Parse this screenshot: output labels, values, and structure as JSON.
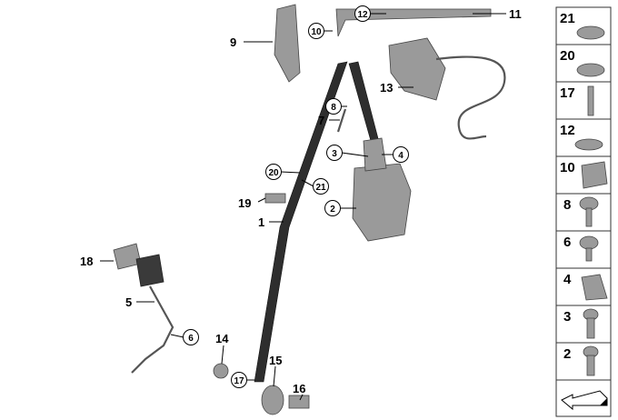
{
  "diagram": {
    "callouts": {
      "c1": "1",
      "c2": "2",
      "c3": "3",
      "c4": "4",
      "c5": "5",
      "c6": "6",
      "c7": "7",
      "c8": "8",
      "c9": "9",
      "c10": "10",
      "c11": "11",
      "c12": "12",
      "c13": "13",
      "c14": "14",
      "c15": "15",
      "c16": "16",
      "c17": "17",
      "c18": "18",
      "c19": "19",
      "c20": "20",
      "c21": "21"
    }
  },
  "parts_column": {
    "items": [
      "21",
      "20",
      "17",
      "12",
      "10",
      "8",
      "6",
      "4",
      "3",
      "2"
    ]
  }
}
